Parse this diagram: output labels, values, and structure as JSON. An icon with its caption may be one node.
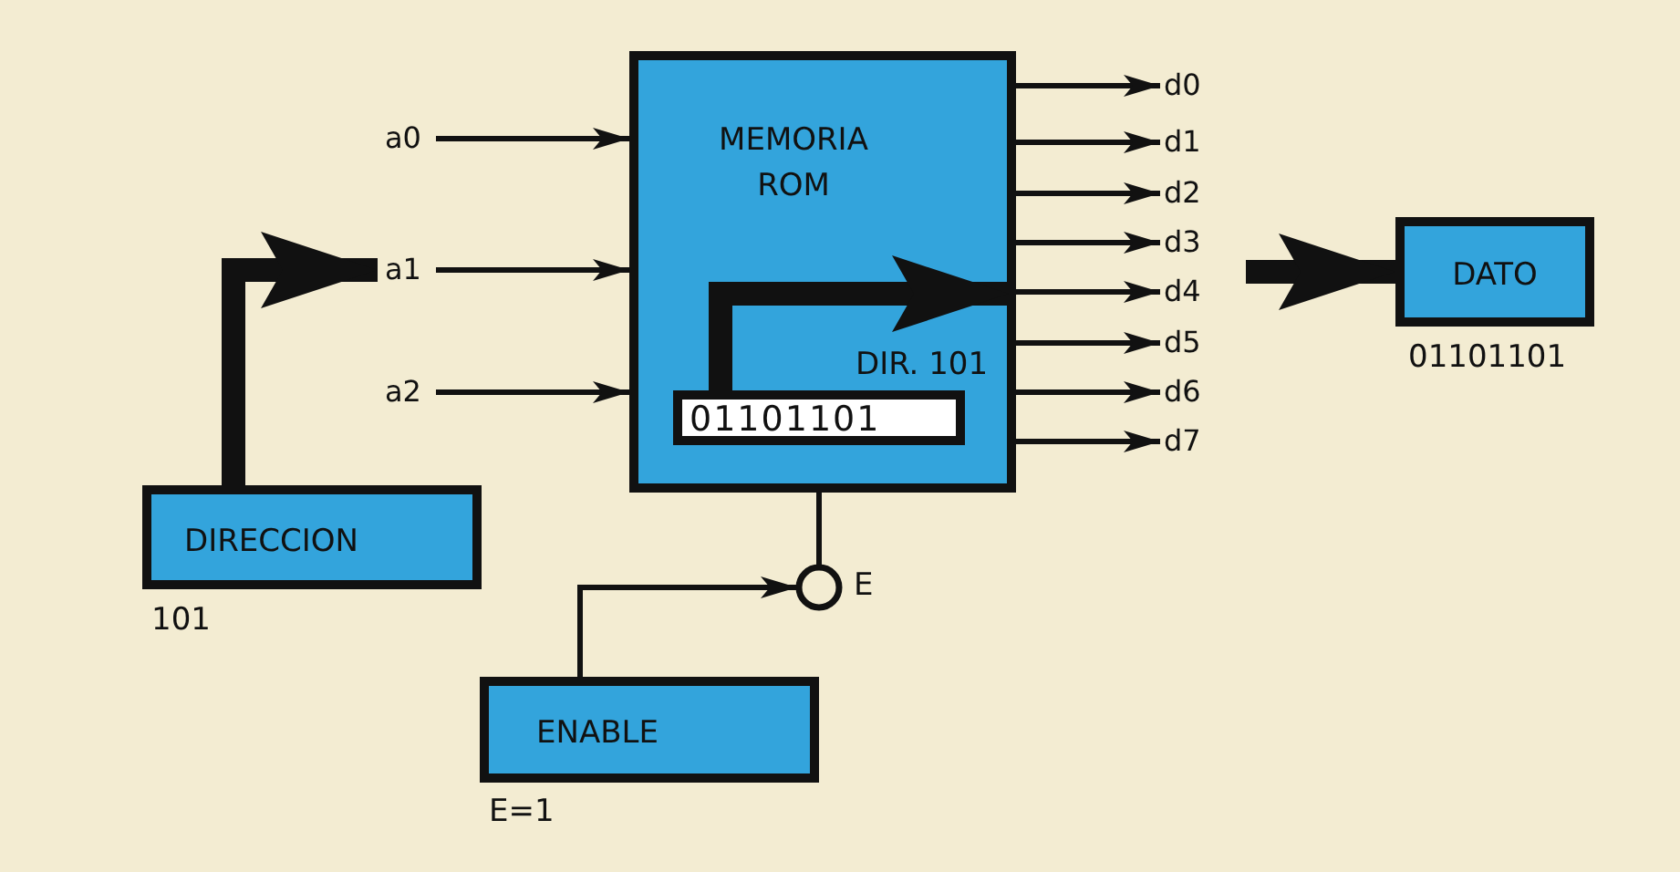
{
  "diagram": {
    "nodes": [
      {
        "text": [
          "MEMORIA ROM"
        ]
      },
      {
        "text": [
          "01101101"
        ],
        "in": 0,
        "beside": [
          "DIR. 101"
        ]
      },
      {
        "text": [
          "DIRECCION"
        ],
        "beside": [
          "101"
        ]
      },
      {
        "text": [
          "ENABLE"
        ],
        "beside": [
          "E=1"
        ]
      },
      {
        "text": [
          "DATO"
        ],
        "beside": [
          "01101101"
        ]
      },
      {
        "text": [
          "a0"
        ]
      },
      {
        "text": [
          "a1"
        ]
      },
      {
        "text": [
          "a2"
        ]
      },
      {
        "text": [
          "d0"
        ]
      },
      {
        "text": [
          "d1"
        ]
      },
      {
        "text": [
          "d2"
        ]
      },
      {
        "text": [
          "d3"
        ]
      },
      {
        "text": [
          "d4"
        ]
      },
      {
        "text": [
          "d5"
        ]
      },
      {
        "text": [
          "d6"
        ]
      },
      {
        "text": [
          "d7"
        ]
      },
      {
        "text": [],
        "shape": "circle",
        "beside": [
          "E"
        ]
      }
    ],
    "edges": [
      {
        "from": 5,
        "to": 0,
        "arrow": "to"
      },
      {
        "from": 6,
        "to": 0,
        "arrow": "to"
      },
      {
        "from": 7,
        "to": 0,
        "arrow": "to"
      },
      {
        "from": 0,
        "to": 8,
        "arrow": "to"
      },
      {
        "from": 0,
        "to": 9,
        "arrow": "to"
      },
      {
        "from": 0,
        "to": 10,
        "arrow": "to"
      },
      {
        "from": 0,
        "to": 11,
        "arrow": "to"
      },
      {
        "from": 0,
        "to": 12,
        "arrow": "to"
      },
      {
        "from": 0,
        "to": 13,
        "arrow": "to"
      },
      {
        "from": 0,
        "to": 14,
        "arrow": "to"
      },
      {
        "from": 0,
        "to": 15,
        "arrow": "to"
      },
      {
        "from": 2,
        "to": 6,
        "arrow": "to",
        "style": "thick"
      },
      {
        "from": 1,
        "to": 0,
        "arrow": "to",
        "style": "thick"
      },
      {
        "from": null,
        "to": 4,
        "arrow": "to",
        "style": "thick"
      },
      {
        "from": 0,
        "to": 16,
        "arrow": "none"
      },
      {
        "from": 3,
        "to": 16,
        "arrow": "to"
      }
    ]
  }
}
